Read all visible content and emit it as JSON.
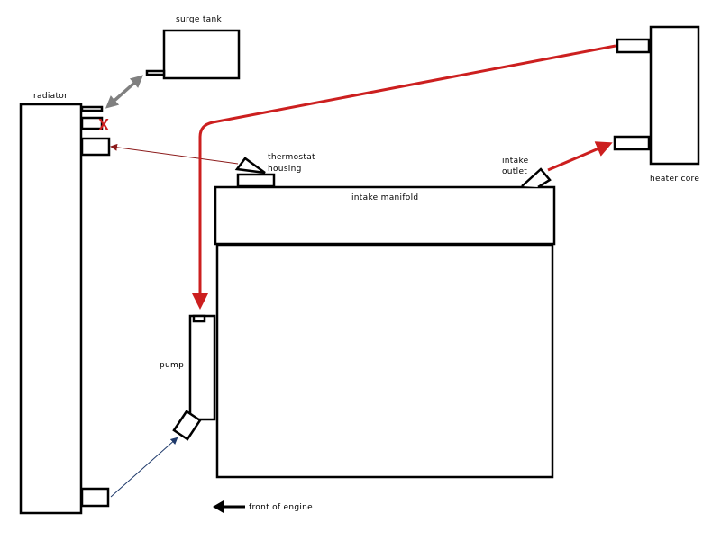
{
  "diagram": {
    "title": "coolant flow diagram",
    "components": {
      "radiator": "radiator",
      "surge_tank": "surge tank",
      "thermostat_housing": [
        "thermostat",
        "housing"
      ],
      "intake_manifold": "intake manifold",
      "intake_outlet": [
        "intake",
        "outlet"
      ],
      "heater_core": "heater core",
      "pump": "pump"
    },
    "orientation_label": "front of engine",
    "colors": {
      "outline": "#000000",
      "heater_hose": "#cc1f1f",
      "thermostat_hose": "#8b1a1a",
      "lower_hose": "#1f3a6b",
      "surge_hose": "#808080",
      "blocked_marker": "#cc1f1f"
    },
    "connections": [
      {
        "from": "surge tank",
        "to": "radiator",
        "style": "bidirectional gray"
      },
      {
        "from": "radiator upper fitting",
        "to": "none",
        "style": "blocked (X)"
      },
      {
        "from": "thermostat housing",
        "to": "radiator",
        "style": "thin red"
      },
      {
        "from": "intake outlet",
        "to": "heater core",
        "style": "thick red"
      },
      {
        "from": "heater core",
        "to": "pump",
        "style": "thick red"
      },
      {
        "from": "radiator lower fitting",
        "to": "pump",
        "style": "thin blue"
      }
    ],
    "blocked_marker": "X"
  }
}
